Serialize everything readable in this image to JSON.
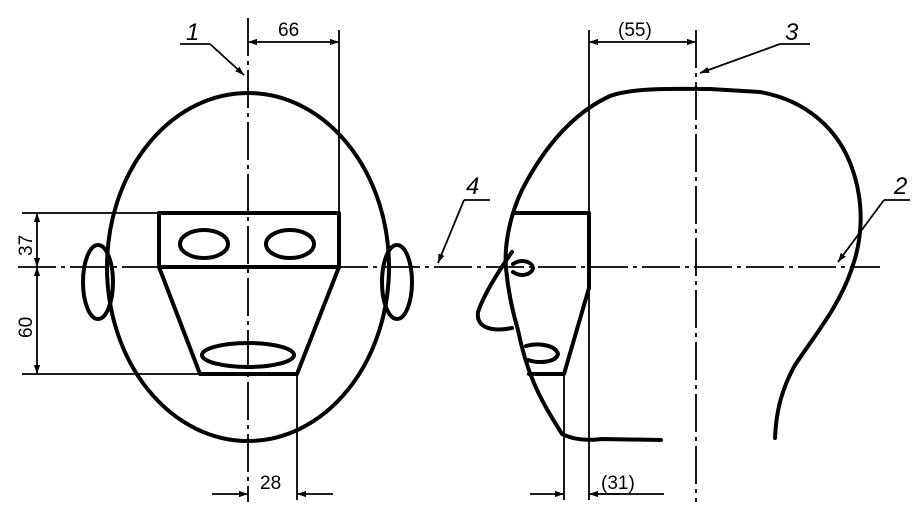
{
  "front_view": {
    "dim_top": "66",
    "dim_bottom": "28",
    "dim_left_upper": "37",
    "dim_left_lower": "60"
  },
  "side_view": {
    "dim_top": "(55)",
    "dim_bottom": "(31)"
  },
  "callouts": {
    "c1": "1",
    "c2": "2",
    "c3": "3",
    "c4": "4"
  },
  "colors": {
    "line": "#000000",
    "background": "#ffffff"
  }
}
